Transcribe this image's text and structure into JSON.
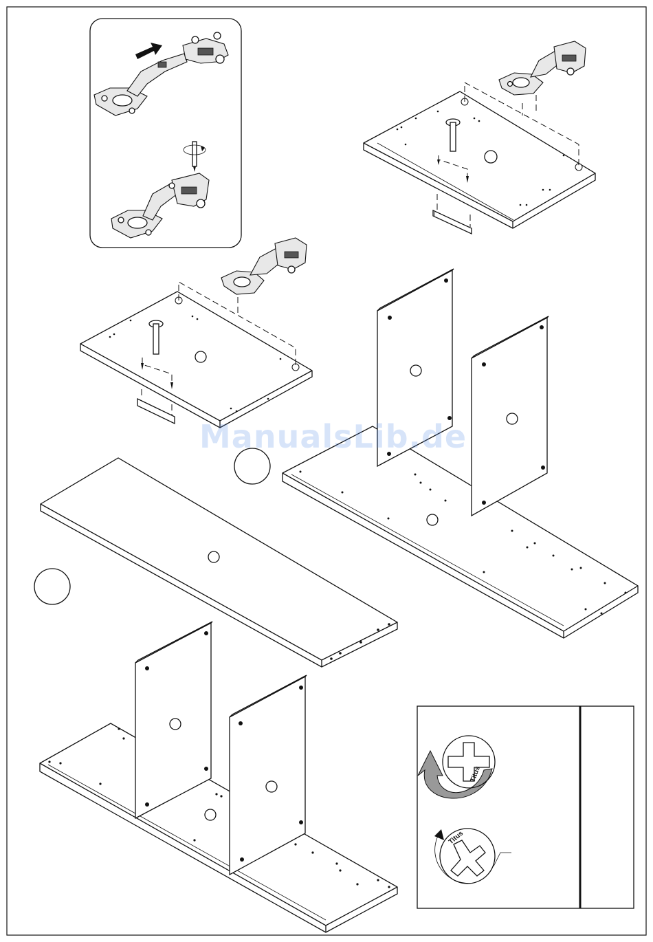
{
  "watermark": {
    "text": "ManualsLib.de"
  },
  "legend": {
    "brand_label_a": "Titus",
    "brand_label_b": "Titus"
  }
}
